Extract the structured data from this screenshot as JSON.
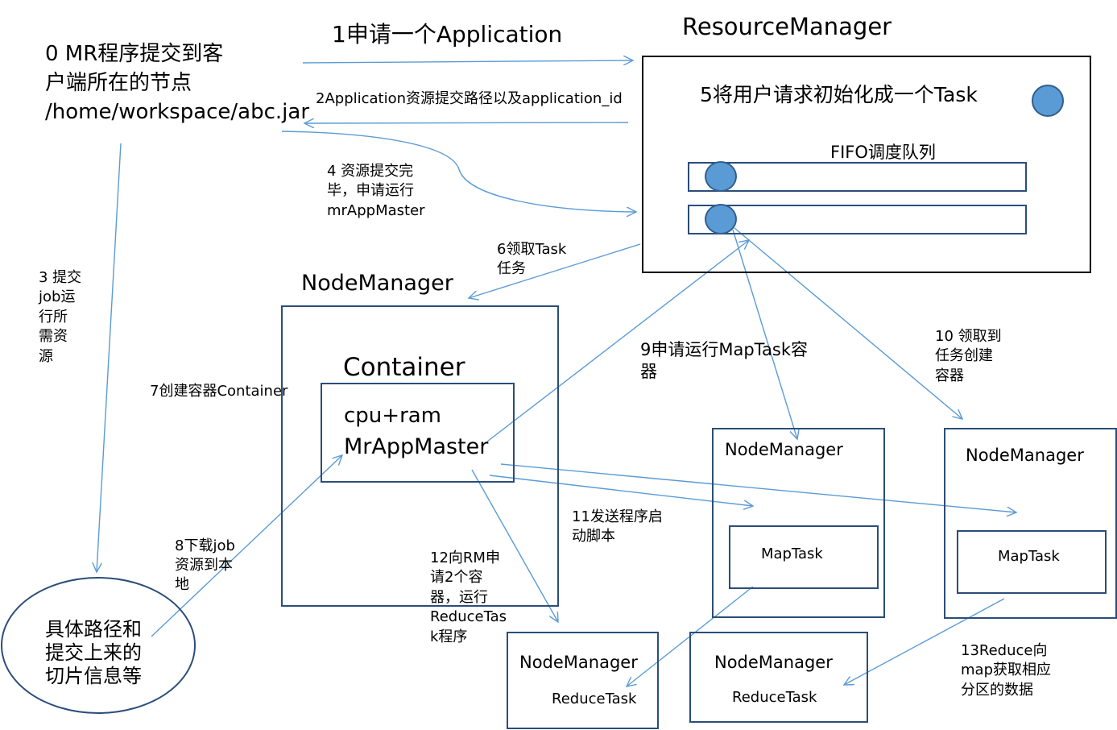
{
  "client": {
    "label0": "0 MR程序提交到客\n户端所在的节点\n/home/workspace/abc.jar"
  },
  "steps": {
    "s1": "1申请一个Application",
    "s2": "2Application资源提交路径以及application_id",
    "s3": "3 提交\njob运\n行所\n需资\n源",
    "s4": "4 资源提交完\n毕，申请运行\nmrAppMaster",
    "s5": "5将用户请求初始化成一个Task",
    "s6": "6领取Task\n任务",
    "s7": "7创建容器Container",
    "s8": "8下载job\n资源到本\n地",
    "s9": "9申请运行MapTask容\n器",
    "s10": "10 领取到\n任务创建\n容器",
    "s11": "11发送程序启\n动脚本",
    "s12": "12向RM申\n请2个容\n器，运行\nReduceTas\nk程序",
    "s13": "13Reduce向\nmap获取相应\n分区的数据"
  },
  "rm": {
    "title": "ResourceManager",
    "queue_label": "FIFO调度队列"
  },
  "nm_main": {
    "title": "NodeManager",
    "container_title": "Container",
    "resources": "cpu+ram",
    "app_master": "MrAppMaster"
  },
  "nm_map1": {
    "title": "NodeManager",
    "task": "MapTask"
  },
  "nm_map2": {
    "title": "NodeManager",
    "task": "MapTask"
  },
  "nm_reduce1": {
    "title": "NodeManager",
    "task": "ReduceTask"
  },
  "nm_reduce2": {
    "title": "NodeManager",
    "task": "ReduceTask"
  },
  "hdfs": {
    "label": "具体路径和\n提交上来的\n切片信息等"
  },
  "colors": {
    "border": "#2b4d7a",
    "arrow": "#5b9bd5",
    "dot": "#5b9bd5"
  }
}
